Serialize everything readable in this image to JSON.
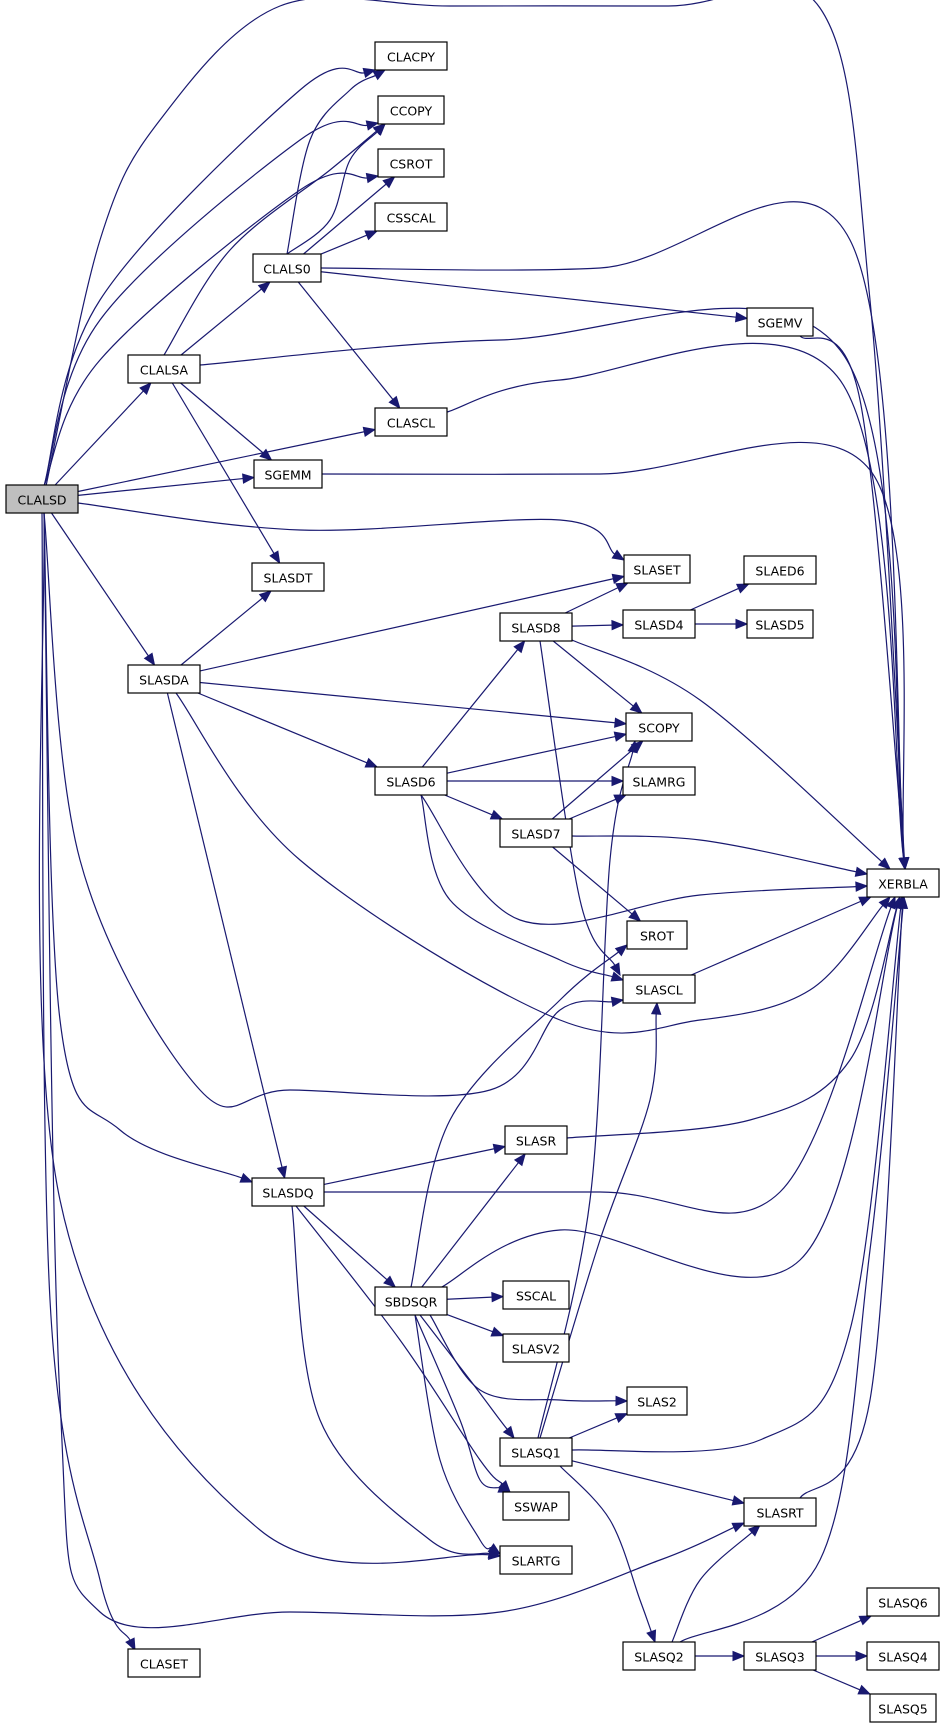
{
  "graph": {
    "nodes": [
      {
        "id": "CLALSD",
        "label": "CLALSD",
        "highlight": true
      },
      {
        "id": "CLACPY",
        "label": "CLACPY"
      },
      {
        "id": "CCOPY",
        "label": "CCOPY"
      },
      {
        "id": "CSROT",
        "label": "CSROT"
      },
      {
        "id": "CSSCAL",
        "label": "CSSCAL"
      },
      {
        "id": "CLALS0",
        "label": "CLALS0"
      },
      {
        "id": "SGEMV",
        "label": "SGEMV"
      },
      {
        "id": "CLALSA",
        "label": "CLALSA"
      },
      {
        "id": "CLASCL",
        "label": "CLASCL"
      },
      {
        "id": "SGEMM",
        "label": "SGEMM"
      },
      {
        "id": "SLASDT",
        "label": "SLASDT"
      },
      {
        "id": "SLASET",
        "label": "SLASET"
      },
      {
        "id": "SLAED6",
        "label": "SLAED6"
      },
      {
        "id": "SLASD8",
        "label": "SLASD8"
      },
      {
        "id": "SLASD4",
        "label": "SLASD4"
      },
      {
        "id": "SLASD5",
        "label": "SLASD5"
      },
      {
        "id": "SLASDA",
        "label": "SLASDA"
      },
      {
        "id": "SCOPY",
        "label": "SCOPY"
      },
      {
        "id": "SLASD6",
        "label": "SLASD6"
      },
      {
        "id": "SLAMRG",
        "label": "SLAMRG"
      },
      {
        "id": "SLASD7",
        "label": "SLASD7"
      },
      {
        "id": "XERBLA",
        "label": "XERBLA"
      },
      {
        "id": "SROT",
        "label": "SROT"
      },
      {
        "id": "SLASCL",
        "label": "SLASCL"
      },
      {
        "id": "SLASR",
        "label": "SLASR"
      },
      {
        "id": "SLASDQ",
        "label": "SLASDQ"
      },
      {
        "id": "SBDSQR",
        "label": "SBDSQR"
      },
      {
        "id": "SSCAL",
        "label": "SSCAL"
      },
      {
        "id": "SLASV2",
        "label": "SLASV2"
      },
      {
        "id": "SLAS2",
        "label": "SLAS2"
      },
      {
        "id": "SLASQ1",
        "label": "SLASQ1"
      },
      {
        "id": "SSWAP",
        "label": "SSWAP"
      },
      {
        "id": "SLASRT",
        "label": "SLASRT"
      },
      {
        "id": "SLARTG",
        "label": "SLARTG"
      },
      {
        "id": "SLASQ6",
        "label": "SLASQ6"
      },
      {
        "id": "SLASQ2",
        "label": "SLASQ2"
      },
      {
        "id": "SLASQ3",
        "label": "SLASQ3"
      },
      {
        "id": "SLASQ4",
        "label": "SLASQ4"
      },
      {
        "id": "CLASET",
        "label": "CLASET"
      },
      {
        "id": "SLASQ5",
        "label": "SLASQ5"
      }
    ],
    "edges": [
      [
        "CLALSD",
        "CLACPY"
      ],
      [
        "CLALSD",
        "CCOPY"
      ],
      [
        "CLALSD",
        "CSROT"
      ],
      [
        "CLALSD",
        "CLALSA"
      ],
      [
        "CLALSD",
        "CLASCL"
      ],
      [
        "CLALSD",
        "SGEMM"
      ],
      [
        "CLALSD",
        "SLASET"
      ],
      [
        "CLALSD",
        "SLASDA"
      ],
      [
        "CLALSD",
        "SLASCL"
      ],
      [
        "CLALSD",
        "SLASDQ"
      ],
      [
        "CLALSD",
        "SLARTG"
      ],
      [
        "CLALSD",
        "SLASRT"
      ],
      [
        "CLALSD",
        "CLASET"
      ],
      [
        "CLALSD",
        "XERBLA"
      ],
      [
        "CLALSA",
        "CCOPY"
      ],
      [
        "CLALSA",
        "CLALS0"
      ],
      [
        "CLALSA",
        "SGEMM"
      ],
      [
        "CLALSA",
        "SLASDT"
      ],
      [
        "CLALSA",
        "XERBLA"
      ],
      [
        "CLALS0",
        "CLACPY"
      ],
      [
        "CLALS0",
        "CCOPY"
      ],
      [
        "CLALS0",
        "CSROT"
      ],
      [
        "CLALS0",
        "CSSCAL"
      ],
      [
        "CLALS0",
        "SGEMV"
      ],
      [
        "CLALS0",
        "CLASCL"
      ],
      [
        "CLALS0",
        "XERBLA"
      ],
      [
        "SGEMV",
        "XERBLA"
      ],
      [
        "CLASCL",
        "XERBLA"
      ],
      [
        "SGEMM",
        "XERBLA"
      ],
      [
        "SLASDA",
        "SLASDT"
      ],
      [
        "SLASDA",
        "SLASET"
      ],
      [
        "SLASDA",
        "SCOPY"
      ],
      [
        "SLASDA",
        "SLASD6"
      ],
      [
        "SLASDA",
        "SLASDQ"
      ],
      [
        "SLASDA",
        "XERBLA"
      ],
      [
        "SLASD6",
        "SLASD8"
      ],
      [
        "SLASD6",
        "SCOPY"
      ],
      [
        "SLASD6",
        "SLAMRG"
      ],
      [
        "SLASD6",
        "SLASD7"
      ],
      [
        "SLASD6",
        "SLASCL"
      ],
      [
        "SLASD6",
        "XERBLA"
      ],
      [
        "SLASD8",
        "SLASET"
      ],
      [
        "SLASD8",
        "SLASD4"
      ],
      [
        "SLASD8",
        "SCOPY"
      ],
      [
        "SLASD8",
        "SLASCL"
      ],
      [
        "SLASD8",
        "XERBLA"
      ],
      [
        "SLASD4",
        "SLAED6"
      ],
      [
        "SLASD4",
        "SLASD5"
      ],
      [
        "SLASD7",
        "SCOPY"
      ],
      [
        "SLASD7",
        "SLAMRG"
      ],
      [
        "SLASD7",
        "SROT"
      ],
      [
        "SLASD7",
        "XERBLA"
      ],
      [
        "SLASCL",
        "XERBLA"
      ],
      [
        "SLASDQ",
        "SLASR"
      ],
      [
        "SLASDQ",
        "SBDSQR"
      ],
      [
        "SLASDQ",
        "SSWAP"
      ],
      [
        "SLASDQ",
        "SLARTG"
      ],
      [
        "SLASDQ",
        "XERBLA"
      ],
      [
        "SLASR",
        "XERBLA"
      ],
      [
        "SBDSQR",
        "SROT"
      ],
      [
        "SBDSQR",
        "SLASR"
      ],
      [
        "SBDSQR",
        "SSCAL"
      ],
      [
        "SBDSQR",
        "SLASV2"
      ],
      [
        "SBDSQR",
        "SLAS2"
      ],
      [
        "SBDSQR",
        "SLASQ1"
      ],
      [
        "SBDSQR",
        "SSWAP"
      ],
      [
        "SBDSQR",
        "SLARTG"
      ],
      [
        "SBDSQR",
        "XERBLA"
      ],
      [
        "SLASQ1",
        "SCOPY"
      ],
      [
        "SLASQ1",
        "SLASCL"
      ],
      [
        "SLASQ1",
        "SLAS2"
      ],
      [
        "SLASQ1",
        "SLASRT"
      ],
      [
        "SLASQ1",
        "SLASQ2"
      ],
      [
        "SLASQ1",
        "XERBLA"
      ],
      [
        "SLASRT",
        "XERBLA"
      ],
      [
        "SLASQ2",
        "SLASRT"
      ],
      [
        "SLASQ2",
        "SLASQ3"
      ],
      [
        "SLASQ2",
        "XERBLA"
      ],
      [
        "SLASQ3",
        "SLASQ6"
      ],
      [
        "SLASQ3",
        "SLASQ4"
      ],
      [
        "SLASQ3",
        "SLASQ5"
      ]
    ],
    "colors": {
      "edge": "#191970",
      "node_border": "#000000",
      "node_fill": "#ffffff",
      "root_fill": "#bfbfbf"
    }
  }
}
